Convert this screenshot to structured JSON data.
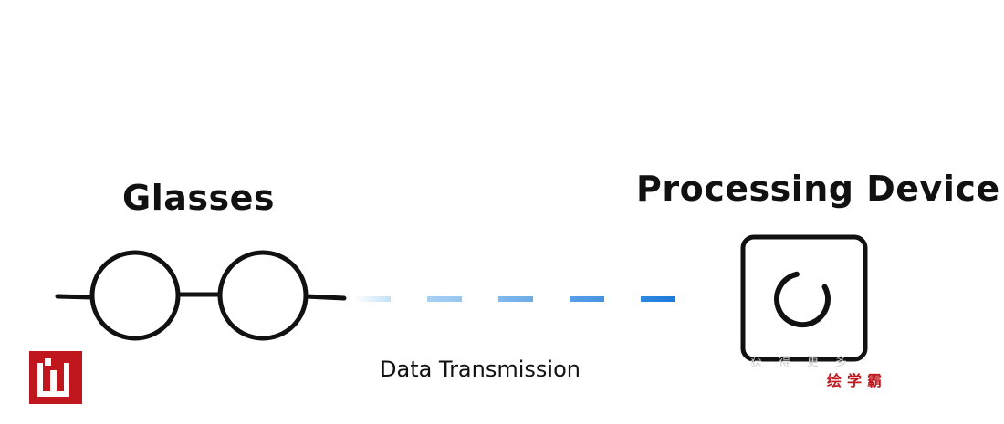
{
  "labels": {
    "glasses": "Glasses",
    "processing_device": "Processing Device",
    "link": "Data Transmission"
  },
  "watermark": {
    "brand_text": "绘学霸",
    "faint_text": "获得更多",
    "logo_icon": "w-logo-icon"
  },
  "colors": {
    "stroke": "#111111",
    "link_start": "#b9dcf7",
    "link_end": "#0a6fd8",
    "watermark": "#c0171f"
  }
}
